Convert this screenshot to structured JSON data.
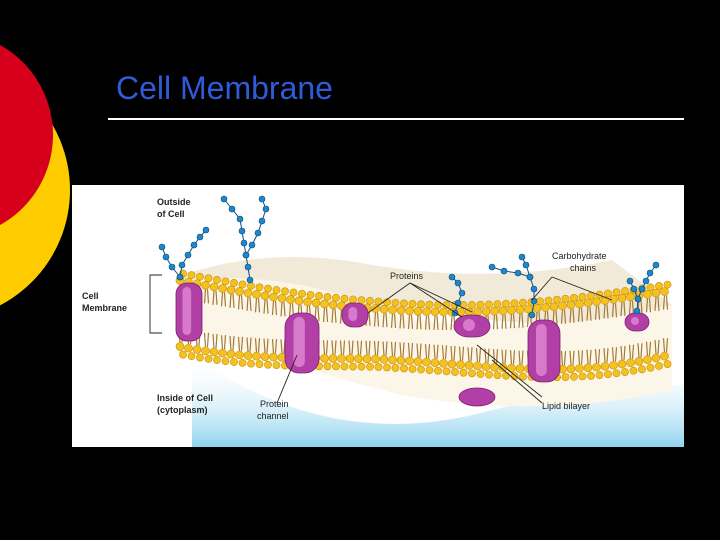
{
  "slide": {
    "title": "Cell Membrane",
    "accent_colors": {
      "red": "#d6001c",
      "yellow": "#ffcc00",
      "title": "#2f5bd8"
    }
  },
  "diagram": {
    "labels": {
      "outside": [
        "Outside",
        "of Cell"
      ],
      "membrane": [
        "Cell",
        "Membrane"
      ],
      "inside": [
        "Inside of Cell",
        "(cytoplasm)"
      ],
      "protein_channel": [
        "Protein",
        "channel"
      ],
      "proteins": "Proteins",
      "carbohydrate": [
        "Carbohydrate",
        "chains"
      ],
      "lipid_bilayer": "Lipid bilayer"
    },
    "colors": {
      "head": "#f4c21e",
      "head_edge": "#c98d0a",
      "tail": "#a57a34",
      "protein": "#b23fa6",
      "protein_light": "#e08ad6",
      "carbohydrate": "#1f86c7",
      "carb_edge": "#0b4f82",
      "shadow_blue": "#bfe6f6",
      "backdrop": "#f2ead9"
    }
  }
}
